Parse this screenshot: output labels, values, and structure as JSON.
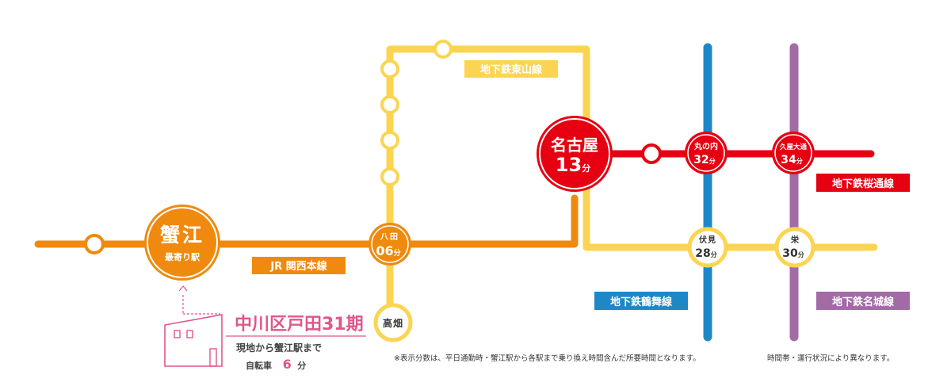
{
  "colors": {
    "jr": "#ef8a0e",
    "higashiyama": "#fbd552",
    "sakuradori": "#e60012",
    "tsurumai": "#1e88c7",
    "meijo": "#a26ba6",
    "home": "#e1568b",
    "white": "#ffffff"
  },
  "lines": {
    "jr": "JR 関西本線",
    "higashiyama": "地下鉄東山線",
    "sakuradori": "地下鉄桜通線",
    "tsurumai": "地下鉄鶴舞線",
    "meijo": "地下鉄名城線"
  },
  "stations": {
    "kanie": {
      "name": "蟹江",
      "sub": "最寄り駅"
    },
    "hatta": {
      "name": "八田",
      "time": "06",
      "unit": "分"
    },
    "takabata": {
      "name": "高畑"
    },
    "nagoya": {
      "name": "名古屋",
      "time": "13",
      "unit": "分"
    },
    "marunouchi": {
      "name": "丸の内",
      "time": "32",
      "unit": "分"
    },
    "hisayaodori": {
      "name": "久屋大通",
      "time": "34",
      "unit": "分"
    },
    "fushimi": {
      "name": "伏見",
      "time": "28",
      "unit": "分"
    },
    "sakae": {
      "name": "栄",
      "time": "30",
      "unit": "分"
    }
  },
  "property": {
    "name": "中川区戸田31期",
    "access_line1": "現地から蟹江駅まで",
    "access_mode": "自転車",
    "access_time": "6",
    "access_unit": "分"
  },
  "footnote": {
    "text1": "※表示分数は、平日通勤時・蟹江駅から各駅まで乗り換え時間含んだ所要時間となります。",
    "text2": "時間帯・運行状況により異なります。"
  }
}
